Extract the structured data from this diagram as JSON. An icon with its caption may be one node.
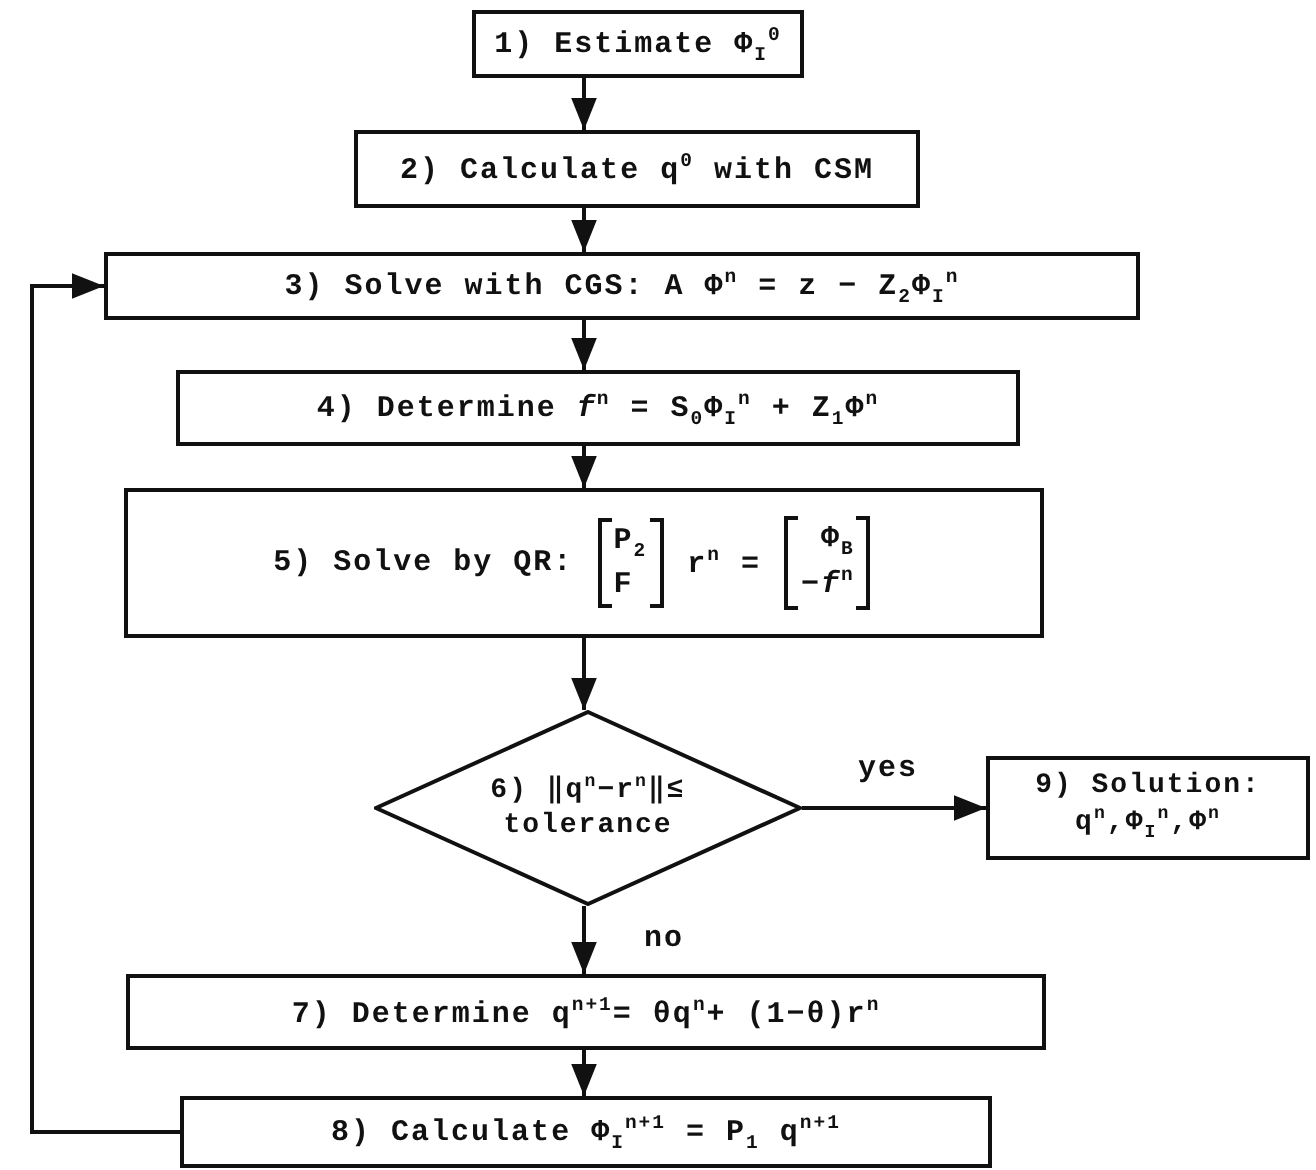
{
  "diagram": {
    "nodes": [
      {
        "text": [
          "1) Estimate Φ$_{I}$$^{0}$"
        ]
      },
      {
        "text": [
          "2) Calculate q$^{0}$ with CSM"
        ]
      },
      {
        "text": [
          "3) Solve with CGS: A Φ$^{n}$ = z − Z$_{2}$Φ$_{I}$$^{n}$"
        ]
      },
      {
        "text": [
          "4) Determine *f*$^{n}$ = S$_{0}$Φ$_{I}$$^{n}$ + Z$_{1}$Φ$^{n}$"
        ]
      },
      {
        "text": [
          "5) Solve by QR:",
          "P$_{2}$",
          "F",
          "r$^{n}$ =",
          "Φ$_{B}$",
          "−*f*$^{n}$"
        ]
      },
      {
        "text": [
          "6) ‖q$^{n}$−r$^{n}$‖≤ tolerance"
        ]
      },
      {
        "text": [
          "9) Solution: q$^{n}$,Φ$_{I}$$^{n}$,Φ$^{n}$"
        ]
      },
      {
        "text": [
          "7) Determine q$^{n+1}$= θq$^{n}$+ (1−θ)r$^{n}$"
        ]
      },
      {
        "text": [
          "8) Calculate Φ$_{I}$$^{n+1}$ = P$_{1}$ q$^{n+1}$"
        ]
      }
    ],
    "edges": [
      {
        "from": 0,
        "to": 1,
        "arrow": "to"
      },
      {
        "from": 1,
        "to": 2,
        "arrow": "to"
      },
      {
        "from": 2,
        "to": 3,
        "arrow": "to"
      },
      {
        "from": 3,
        "to": 4,
        "arrow": "to"
      },
      {
        "from": 4,
        "to": 5,
        "arrow": "to"
      },
      {
        "from": 5,
        "to": 6,
        "arrow": "to",
        "label": "yes"
      },
      {
        "from": 5,
        "to": 7,
        "arrow": "to",
        "label": "no"
      },
      {
        "from": 7,
        "to": 8,
        "arrow": "to"
      },
      {
        "from": 8,
        "to": 2,
        "arrow": "to"
      }
    ]
  }
}
